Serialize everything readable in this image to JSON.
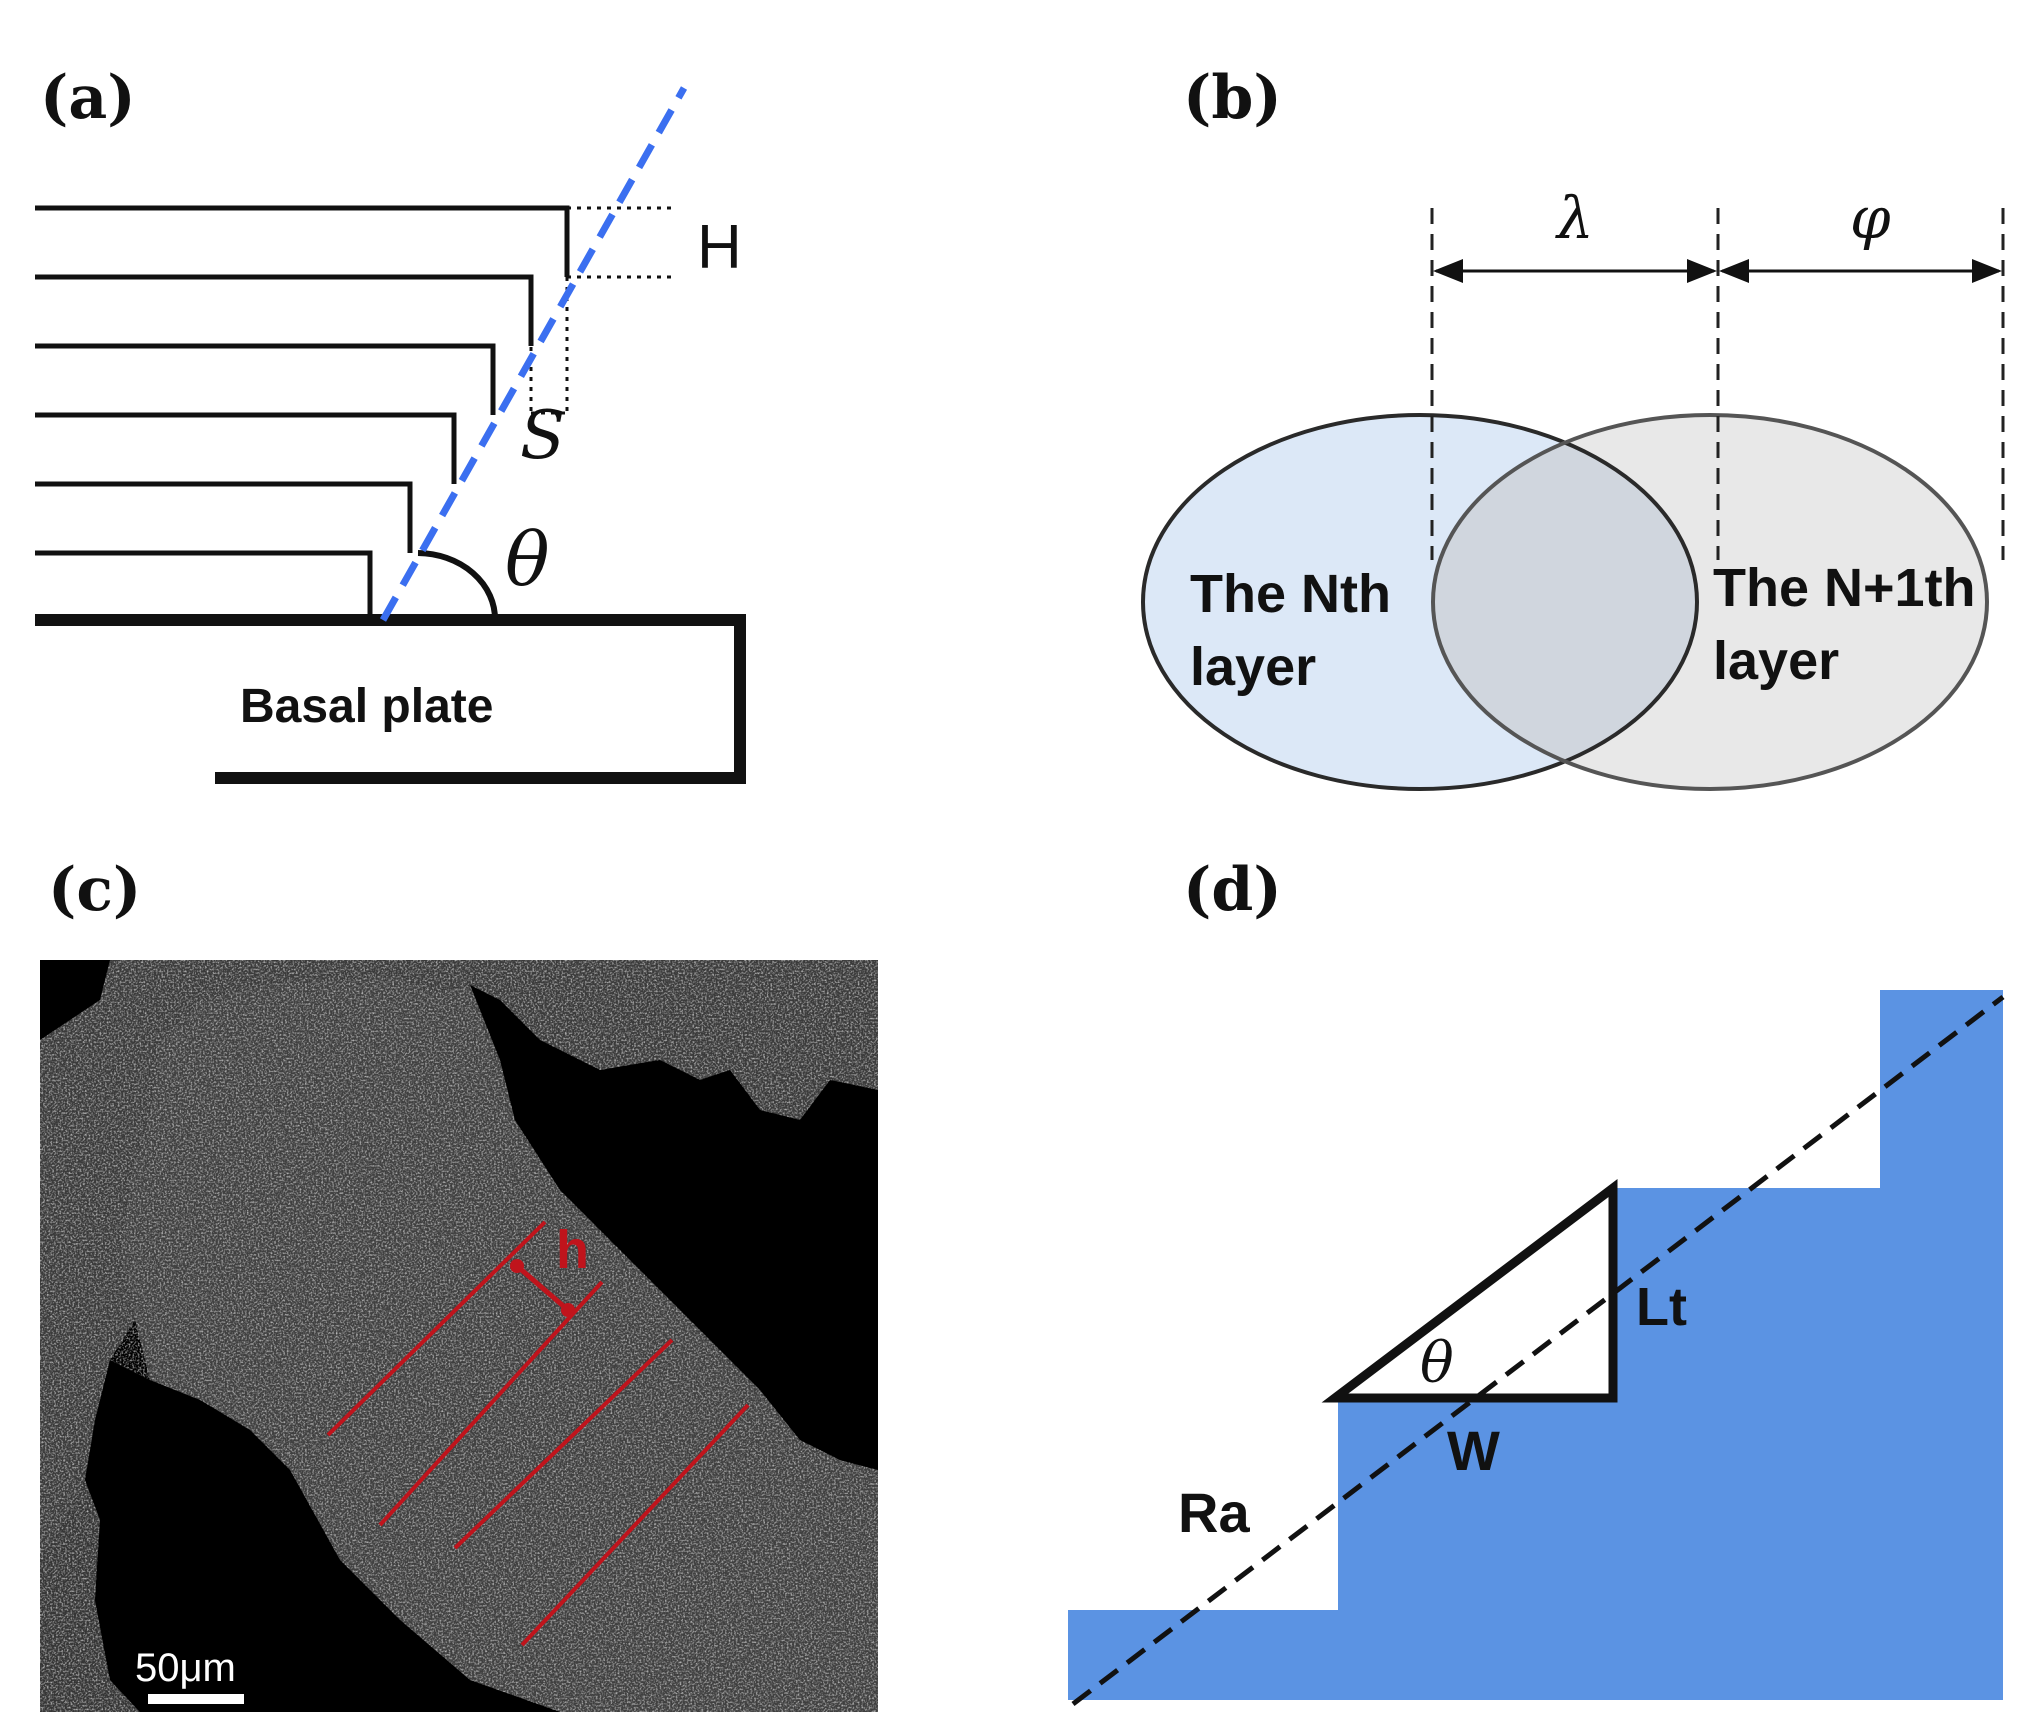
{
  "panels": {
    "a": {
      "label": "(a)",
      "h_label": "H",
      "s_label": "S",
      "theta_label": "θ",
      "plate_label": "Basal plate",
      "colors": {
        "slope_line": "#3b6ff0",
        "lines": "#111111"
      }
    },
    "b": {
      "label": "(b)",
      "lambda_label": "λ",
      "phi_label": "φ",
      "nth_line1": "The Nth",
      "nth_line2": "layer",
      "next_line1": "The N+1th",
      "next_line2": "layer",
      "colors": {
        "nth_fill": "#dce8f7",
        "next_fill": "#e8e8e8",
        "overlap_fill": "#d0d6de"
      }
    },
    "c": {
      "label": "(c)",
      "h_label": "h",
      "scale_label": "50μm",
      "colors": {
        "marker_lines": "#c0141c",
        "background": "#000000"
      }
    },
    "d": {
      "label": "(d)",
      "lt_label": "Lt",
      "theta_label": "θ",
      "w_label": "W",
      "ra_label": "Ra",
      "colors": {
        "steps_fill": "#5b93e3",
        "lines": "#111111"
      }
    }
  }
}
